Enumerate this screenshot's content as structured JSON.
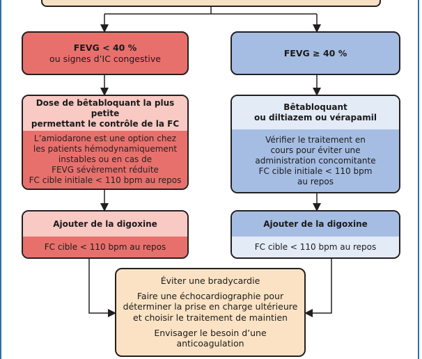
{
  "left": {
    "box1": {
      "title": "FEVG < 40 %",
      "subtitle": "ou signes d’IC congestive"
    },
    "box2": {
      "head": [
        "Dose de bêtabloquant la plus petite",
        "permettant le contrôle de la FC"
      ],
      "body": [
        "L’amiodarone est une option chez",
        "les patients hémodynamiquement",
        "instables  ou en cas de",
        "FEVG sévèrement réduite",
        "FC cible initiale < 110 bpm au repos"
      ]
    },
    "box3": {
      "head": "Ajouter de la digoxine",
      "body": "FC cible < 110 bpm au repos"
    }
  },
  "right": {
    "box1": {
      "title": "FEVG ≥ 40 %"
    },
    "box2": {
      "head": [
        "Bêtabloquant",
        "ou diltiazem ou vérapamil"
      ],
      "body": [
        "Vérifier le traitement en",
        "cours pour éviter une",
        "administration concomitante",
        "FC cible initiale < 110 bpm",
        "au repos"
      ]
    },
    "box3": {
      "head": "Ajouter de la digoxine",
      "body": "FC cible < 110 bpm au repos"
    }
  },
  "bottom": {
    "p1": "Éviter une bradycardie",
    "p2": [
      "Faire une échocardiographie pour",
      "déterminer la prise en charge ultérieure",
      "et choisir le traitement de maintien"
    ],
    "p3": "Envisager le besoin d’une anticoagulation"
  },
  "colors": {
    "red_dark": "#e8706c",
    "red_light": "#f9c9c4",
    "blue_dark": "#a6bde3",
    "blue_light": "#e3ebf7",
    "peach": "#fbe2c4",
    "frame": "#2f6fad"
  }
}
